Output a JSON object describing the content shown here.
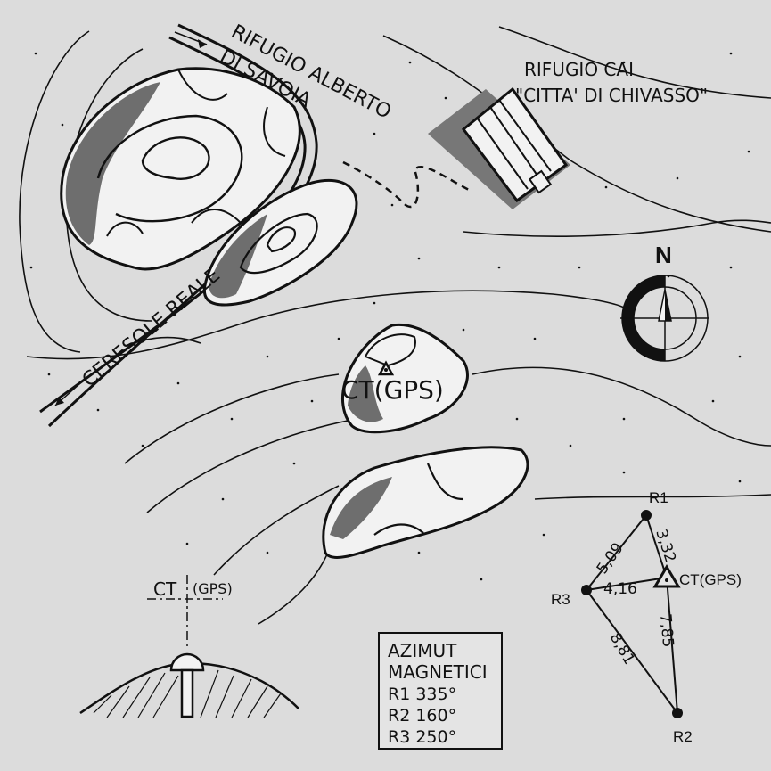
{
  "labels": {
    "rifugio_alberto_line1": "RIFUGIO ALBERTO",
    "rifugio_alberto_line2": "DI SAVOIA",
    "rifugio_cai_line1": "RIFUGIO CAI",
    "rifugio_cai_line2": "\"CITTA' DI CHIVASSO\"",
    "ceresole": "CERESOLE REALE",
    "ct_main": "CT(GPS)",
    "north": "N",
    "detail_ct": "CT",
    "detail_gps": "(GPS)"
  },
  "triangulation": {
    "r1": "R1",
    "r2": "R2",
    "r3": "R3",
    "ct": "CT(GPS)",
    "d_r3_r1": "5,09",
    "d_r1_ct": "3,32",
    "d_r3_ct": "4,16",
    "d_ct_r2": "7,85",
    "d_r3_r2": "8,81"
  },
  "azimut": {
    "title1": "AZIMUT",
    "title2": "MAGNETICI",
    "r1": "R1  335°",
    "r2": "R2  160°",
    "r3": "R3  250°"
  },
  "colors": {
    "ink": "#111111",
    "paper": "#dcdcdc",
    "shade": "#6e6e6e"
  }
}
